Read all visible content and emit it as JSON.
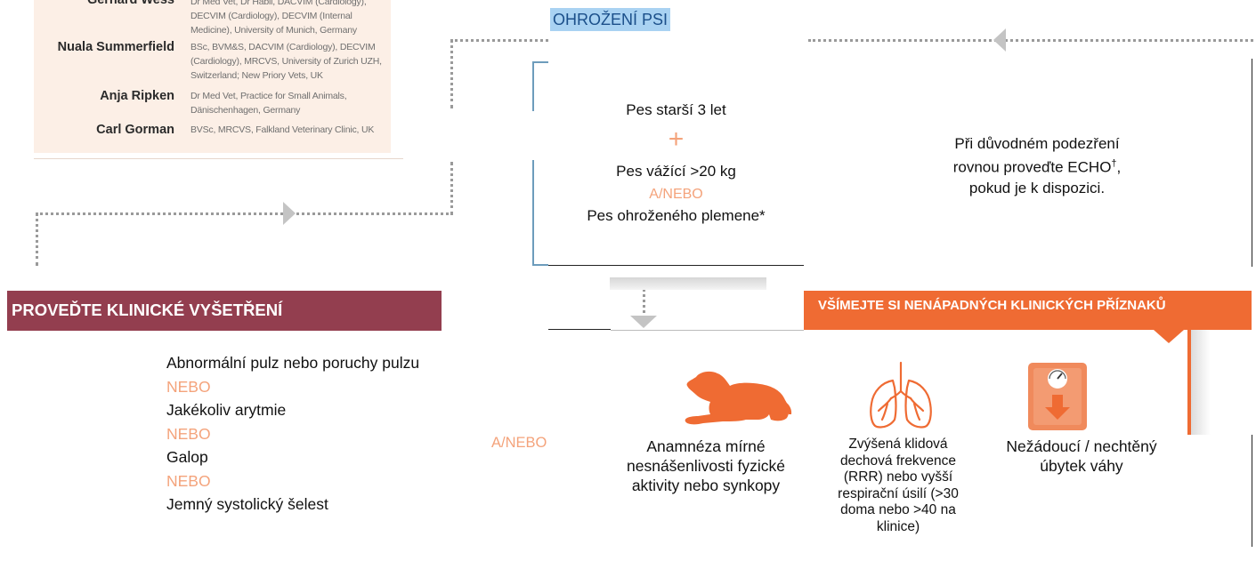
{
  "authors": [
    {
      "name": "Gerhard Wess",
      "affiliation": "Dr Med Vet, Dr Habil, DACVIM (Cardiology), DECVIM (Cardiology), DECVIM (Internal Medicine), University of Munich, Germany"
    },
    {
      "name": "Nuala Summerfield",
      "affiliation": "BSc, BVM&S, DACVIM (Cardiology), DECVIM (Cardiology), MRCVS, University of Zurich UZH, Switzerland; New Priory Vets, UK"
    },
    {
      "name": "Anja Ripken",
      "affiliation": "Dr Med Vet, Practice for Small Animals, Dänischenhagen, Germany"
    },
    {
      "name": "Carl Gorman",
      "affiliation": "BVSc, MRCVS, Falkland Veterinary Clinic, UK"
    }
  ],
  "risk": {
    "title": "OHROŽENÍ PSI",
    "line1": "Pes starší 3 let",
    "plus": "+",
    "line2": "Pes vážící >20 kg",
    "or_label": "A/NEBO",
    "line3": "Pes ohroženého plemene*"
  },
  "echo": {
    "line1": "Při důvodném podezření",
    "line2_prefix": "rovnou proveďte ECHO",
    "line2_sup": "†",
    "line2_suffix": ",",
    "line3": "pokud je k dispozici."
  },
  "exam": {
    "title": "PROVEĎTE KLINICKÉ VYŠETŘENÍ",
    "items": [
      {
        "text": "Abnormální pulz nebo poruchy pulzu",
        "sep": "NEBO"
      },
      {
        "text": "Jakékoliv arytmie",
        "sep": "NEBO"
      },
      {
        "text": "Galop",
        "sep": "NEBO"
      },
      {
        "text": "Jemný systolický šelest",
        "sep": ""
      }
    ]
  },
  "or_between": "A/NEBO",
  "signs": {
    "title": "VŠÍMEJTE SI NENÁPADNÝCH KLINICKÝCH PŘÍZNAKŮ",
    "items": [
      {
        "icon": "lying-dog-icon",
        "text": "Anamnéza mírné nesnášenlivosti fyzické aktivity nebo synkopy"
      },
      {
        "icon": "lungs-icon",
        "text": "Zvýšená klidová dechová frekvence (RRR) nebo vyšší respirační úsilí (>30 doma nebo >40 na klinice)"
      },
      {
        "icon": "weight-scale-down-icon",
        "text": "Nežádoucí / nechtěný úbytek váhy"
      }
    ]
  },
  "colors": {
    "exam_banner": "#933e4f",
    "signs_banner": "#ef6b33",
    "highlight": "#a9d2f2",
    "accent_text": "#f4a37b",
    "authors_bg": "#fcefe6"
  }
}
